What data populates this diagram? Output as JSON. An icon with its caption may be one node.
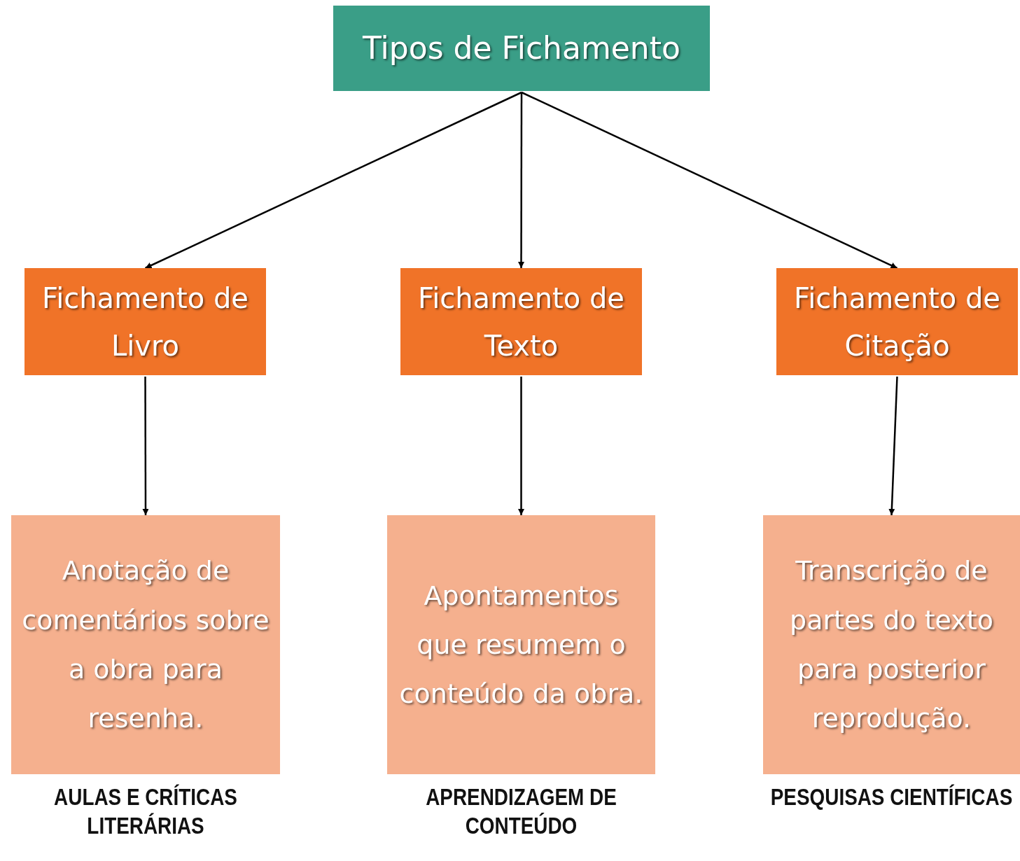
{
  "diagram": {
    "nodes": [
      {
        "text": [
          "Tipos de Fichamento"
        ]
      },
      {
        "text": [
          "Fichamento de Livro"
        ]
      },
      {
        "text": [
          "Fichamento de Texto"
        ]
      },
      {
        "text": [
          "Fichamento de Citação"
        ]
      },
      {
        "text": [
          "Anotação de comentários sobre a obra para resenha."
        ],
        "beside": [
          "AULAS E CRÍTICAS LITERÁRIAS"
        ]
      },
      {
        "text": [
          "Apontamentos que resumem o conteúdo da obra."
        ],
        "beside": [
          "APRENDIZAGEM DE CONTEÚDO"
        ]
      },
      {
        "text": [
          "Transcrição de partes do texto para posterior reprodução."
        ],
        "beside": [
          "PESQUISAS CIENTÍFICAS"
        ]
      }
    ],
    "edges": [
      {
        "from": 0,
        "to": 1,
        "arrow": "to"
      },
      {
        "from": 0,
        "to": 2,
        "arrow": "to"
      },
      {
        "from": 0,
        "to": 3,
        "arrow": "to"
      },
      {
        "from": 1,
        "to": 4,
        "arrow": "to"
      },
      {
        "from": 2,
        "to": 5,
        "arrow": "to"
      },
      {
        "from": 3,
        "to": 6,
        "arrow": "to"
      }
    ]
  }
}
